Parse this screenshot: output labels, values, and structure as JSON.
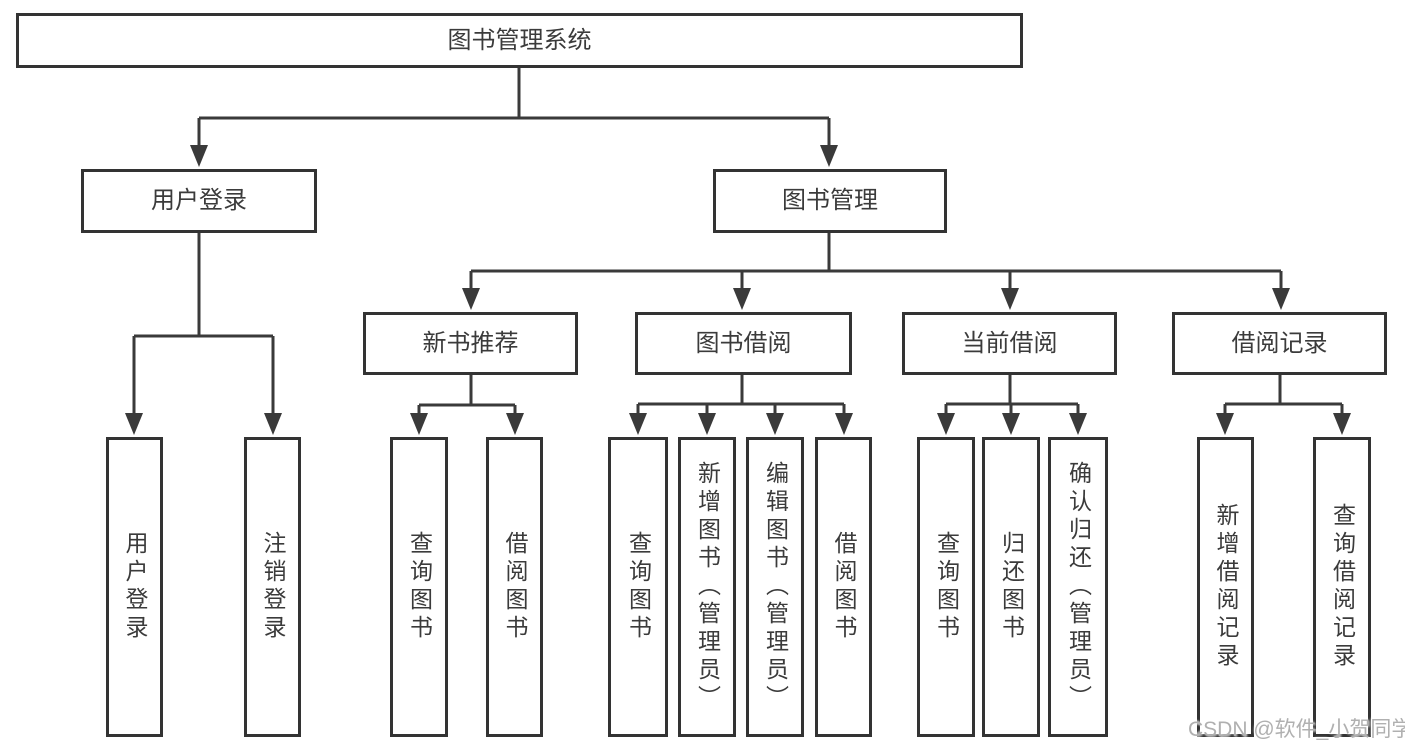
{
  "diagram_title": "图书管理系统",
  "nodes": {
    "root": {
      "label": "图书管理系统"
    },
    "user_login": {
      "label": "用户登录"
    },
    "book_mgmt": {
      "label": "图书管理"
    },
    "new_books": {
      "label": "新书推荐"
    },
    "book_borrow": {
      "label": "图书借阅"
    },
    "current_borrow": {
      "label": "当前借阅"
    },
    "borrow_records": {
      "label": "借阅记录"
    },
    "leaf_user_login": {
      "label": "用户登录"
    },
    "leaf_logout": {
      "label": "注销登录"
    },
    "leaf_nb_query_books": {
      "label": "查询图书"
    },
    "leaf_nb_borrow_books": {
      "label": "借阅图书"
    },
    "leaf_bb_query_books": {
      "label": "查询图书"
    },
    "leaf_bb_add_books": {
      "label": "新增图书（管理员）"
    },
    "leaf_bb_edit_books": {
      "label": "编辑图书（管理员）"
    },
    "leaf_bb_borrow_books": {
      "label": "借阅图书"
    },
    "leaf_cb_query_books": {
      "label": "查询图书"
    },
    "leaf_cb_return_books": {
      "label": "归还图书"
    },
    "leaf_cb_confirm_return": {
      "label": "确认归还（管理员）"
    },
    "leaf_br_add_record": {
      "label": "新增借阅记录"
    },
    "leaf_br_query_record": {
      "label": "查询借阅记录"
    }
  },
  "edges": [
    [
      "root",
      "user_login"
    ],
    [
      "root",
      "book_mgmt"
    ],
    [
      "user_login",
      "leaf_user_login"
    ],
    [
      "user_login",
      "leaf_logout"
    ],
    [
      "book_mgmt",
      "new_books"
    ],
    [
      "book_mgmt",
      "book_borrow"
    ],
    [
      "book_mgmt",
      "current_borrow"
    ],
    [
      "book_mgmt",
      "borrow_records"
    ],
    [
      "new_books",
      "leaf_nb_query_books"
    ],
    [
      "new_books",
      "leaf_nb_borrow_books"
    ],
    [
      "book_borrow",
      "leaf_bb_query_books"
    ],
    [
      "book_borrow",
      "leaf_bb_add_books"
    ],
    [
      "book_borrow",
      "leaf_bb_edit_books"
    ],
    [
      "book_borrow",
      "leaf_bb_borrow_books"
    ],
    [
      "current_borrow",
      "leaf_cb_query_books"
    ],
    [
      "current_borrow",
      "leaf_cb_return_books"
    ],
    [
      "current_borrow",
      "leaf_cb_confirm_return"
    ],
    [
      "borrow_records",
      "leaf_br_add_record"
    ],
    [
      "borrow_records",
      "leaf_br_query_record"
    ]
  ],
  "watermark": {
    "text": "CSDN @软件_小贺同学"
  },
  "colors": {
    "background": "#ffffff",
    "node_border": "#333333",
    "line": "#3a3a3a",
    "text": "#3b3b3b",
    "watermark_text": "#b0b0b0"
  }
}
